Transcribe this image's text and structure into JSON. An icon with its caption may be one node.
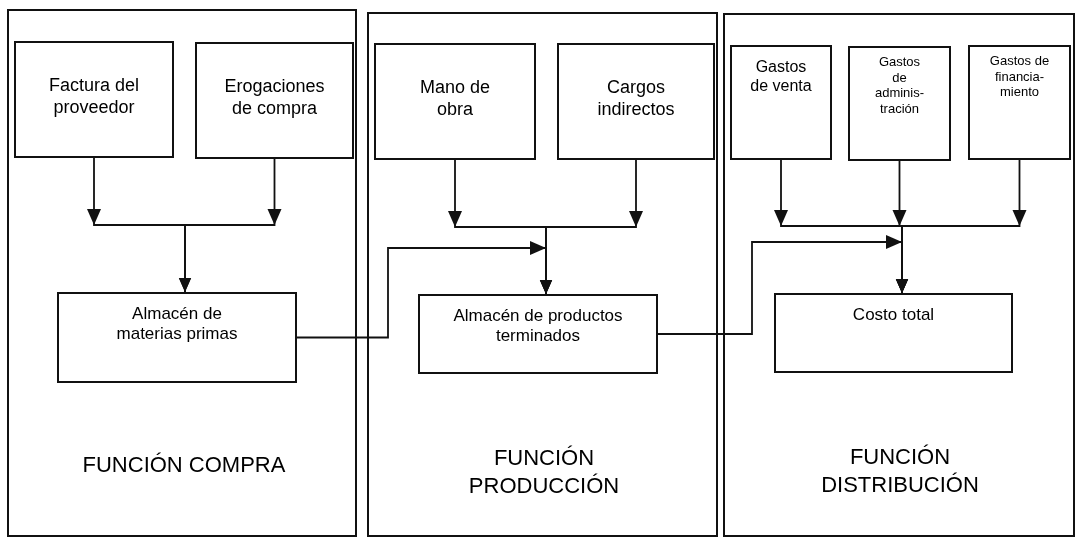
{
  "diagram": {
    "nodes": [
      {
        "text": [
          "FUNCIÓN COMPRA"
        ]
      },
      {
        "text": [
          "Factura del proveedor"
        ],
        "in": 0
      },
      {
        "text": [
          "Erogaciones de compra"
        ],
        "in": 0
      },
      {
        "text": [
          "Almacén de materias primas"
        ],
        "in": 0
      },
      {
        "text": [
          "FUNCIÓN PRODUCCIÓN"
        ]
      },
      {
        "text": [
          "Mano de obra"
        ],
        "in": 4
      },
      {
        "text": [
          "Cargos indirectos"
        ],
        "in": 4
      },
      {
        "text": [
          "Almacén de productos terminados"
        ],
        "in": 4
      },
      {
        "text": [
          "FUNCIÓN DISTRIBUCIÓN"
        ]
      },
      {
        "text": [
          "Gastos de venta"
        ],
        "in": 8
      },
      {
        "text": [
          "Gastos de adminis- tración"
        ],
        "in": 8
      },
      {
        "text": [
          "Gastos de financia- miento"
        ],
        "in": 8
      },
      {
        "text": [
          "Costo total"
        ],
        "in": 8
      }
    ],
    "edges": [
      {
        "from": 1,
        "to": 3,
        "arrow": "to"
      },
      {
        "from": 2,
        "to": 3,
        "arrow": "to"
      },
      {
        "from": 3,
        "to": 7,
        "arrow": "to"
      },
      {
        "from": 5,
        "to": 7,
        "arrow": "to"
      },
      {
        "from": 6,
        "to": 7,
        "arrow": "to"
      },
      {
        "from": 7,
        "to": 12,
        "arrow": "to"
      },
      {
        "from": 9,
        "to": 12,
        "arrow": "to"
      },
      {
        "from": 10,
        "to": 12,
        "arrow": "to"
      },
      {
        "from": 11,
        "to": 12,
        "arrow": "to"
      }
    ]
  }
}
